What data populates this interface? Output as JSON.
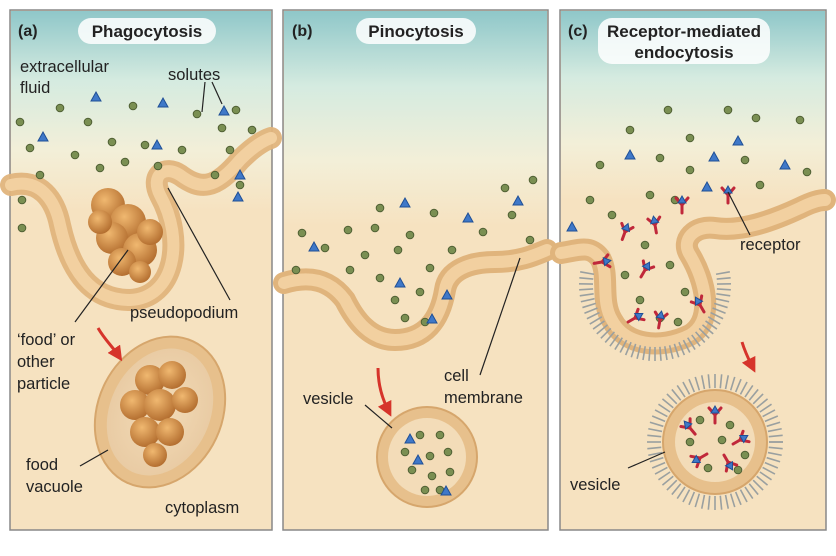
{
  "panels": [
    {
      "letter": "(a)",
      "title": "Phagocytosis",
      "labels": {
        "extracellular_1": "extracellular",
        "extracellular_2": "fluid",
        "solutes": "solutes",
        "pseudopodium": "pseudopodium",
        "food_1": "‘food’ or",
        "food_2": "other",
        "food_3": "particle",
        "vacuole_1": "food",
        "vacuole_2": "vacuole",
        "cytoplasm": "cytoplasm"
      }
    },
    {
      "letter": "(b)",
      "title": "Pinocytosis",
      "labels": {
        "vesicle": "vesicle",
        "membrane_1": "cell",
        "membrane_2": "membrane"
      }
    },
    {
      "letter": "(c)",
      "title_1": "Receptor-mediated",
      "title_2": "endocytosis",
      "labels": {
        "receptor": "receptor",
        "vesicle": "vesicle"
      }
    }
  ],
  "colors": {
    "fluid_top": "#8fc7c9",
    "cytoplasm": "#f6e2c0",
    "membrane": "#e8c08c",
    "solute": "#7a8f52",
    "triangle": "#3f78c8",
    "receptor": "#c0283a",
    "arrow": "#d6342b"
  }
}
